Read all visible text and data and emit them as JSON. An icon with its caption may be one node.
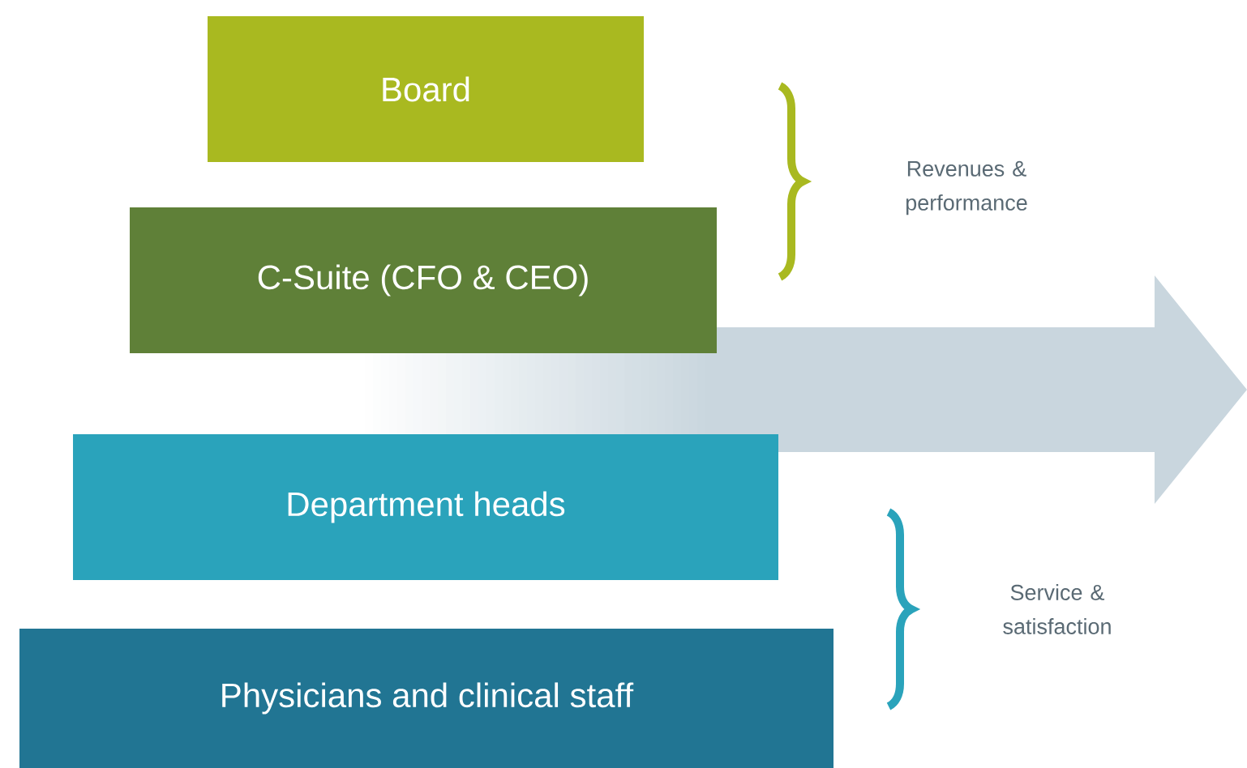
{
  "diagram": {
    "nodes": [
      {
        "text": [
          "Board"
        ]
      },
      {
        "text": [
          "C-Suite (CFO & CEO)"
        ]
      },
      {
        "text": [
          "Department heads"
        ]
      },
      {
        "text": [
          "Physicians and clinical staff"
        ]
      }
    ],
    "labels": [
      "Revenues & performance",
      "Service & satisfaction"
    ]
  }
}
